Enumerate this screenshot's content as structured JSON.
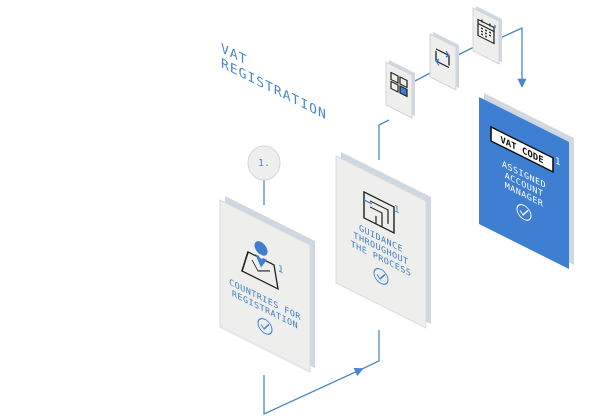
{
  "title_lines": [
    "VAT",
    "REGISTRATION"
  ],
  "step_badge": "1.",
  "cards": [
    {
      "lines": [
        "COUNTRIES FOR",
        "REGISTRATION"
      ],
      "icon": "map-location-pin-icon",
      "badge": "1"
    },
    {
      "lines": [
        "GUIDANCE",
        "THROUGHOUT",
        "THE PROCESS"
      ],
      "icon": "maze-guidance-icon",
      "badge": "1"
    },
    {
      "lines": [
        "ASSIGNED",
        "ACCOUNT",
        "MANAGER"
      ],
      "icon": "vat-code-icon",
      "badge": "1",
      "code_label": "VAT CODE"
    }
  ],
  "small_tiles": [
    "grid-apps-icon",
    "cycle-arrows-icon",
    "calendar-icon"
  ],
  "colors": {
    "accent": "#4a86c8",
    "card_face": "#eeeeec",
    "card_blue": "#3f7fd1",
    "line": "#4a86c8"
  }
}
